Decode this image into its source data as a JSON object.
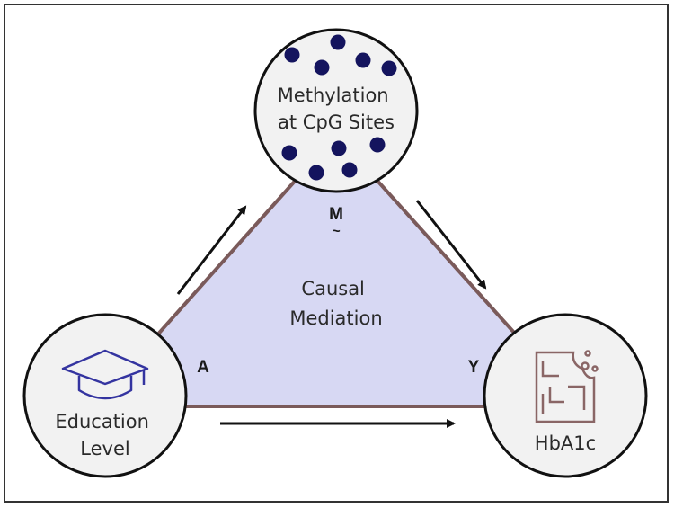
{
  "diagram": {
    "center_label": [
      "Causal",
      "Mediation"
    ],
    "mediator": {
      "label": [
        "Methylation",
        "at CpG Sites"
      ],
      "symbol": "M",
      "symbol_mark": "~"
    },
    "exposure": {
      "label": [
        "Education",
        "Level"
      ],
      "symbol": "A",
      "icon": "graduation-cap-icon"
    },
    "outcome": {
      "label": [
        "HbA1c"
      ],
      "symbol": "Y",
      "icon": "bitten-cookie-icon"
    },
    "colors": {
      "triangle_fill": "#d7d8f3",
      "triangle_stroke": "#7a5a5a",
      "node_fill": "#f2f2f2",
      "dot": "#14145e",
      "cap": "#3434a0",
      "cookie": "#8a6666"
    }
  }
}
